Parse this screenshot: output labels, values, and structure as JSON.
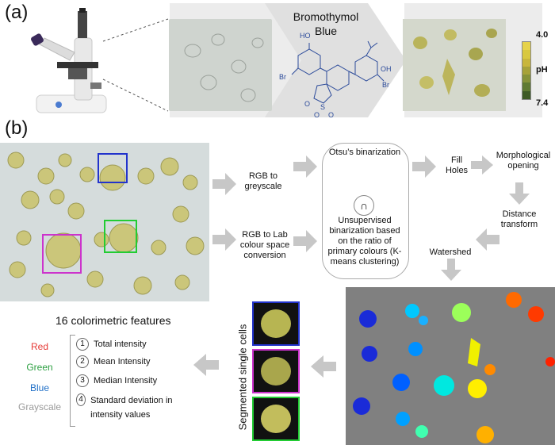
{
  "panel_a": {
    "label": "(a)",
    "dye_title_line1": "Bromothymol",
    "dye_title_line2": "Blue",
    "chem_labels": {
      "ho": "HO",
      "br_left": "Br",
      "oh": "OH",
      "br_right": "Br",
      "s": "S",
      "o1": "O",
      "o2": "O",
      "o3": "O"
    },
    "colorbar": {
      "top": "4.0",
      "bottom": "7.4",
      "unit": "pH",
      "colors": [
        "#e6d24a",
        "#d8c840",
        "#c8b63c",
        "#a6a23a",
        "#85923a",
        "#5f7a33",
        "#3e5a26"
      ]
    }
  },
  "panel_b": {
    "label": "(b)",
    "steps": {
      "rgb_grey": "RGB to greyscale",
      "rgb_lab": "RGB to Lab colour space conversion",
      "otsu": "Otsu’s binarization",
      "intersect": "∩",
      "kmeans": "Unsupervised binarization based on the ratio of primary colours (K-means clustering)",
      "fill": "Fill Holes",
      "morph": "Morphological opening",
      "distance": "Distance transform",
      "watershed": "Watershed"
    },
    "segmented_label": "Segmented single cells",
    "features": {
      "title": "16 colorimetric features",
      "channels": [
        {
          "name": "Red",
          "color": "#e53935"
        },
        {
          "name": "Green",
          "color": "#2ea043"
        },
        {
          "name": "Blue",
          "color": "#1f6fc7"
        },
        {
          "name": "Grayscale",
          "color": "#9a9a9a"
        }
      ],
      "items": [
        {
          "num": "1",
          "text": "Total intensity"
        },
        {
          "num": "2",
          "text": "Mean Intensity"
        },
        {
          "num": "3",
          "text": "Median Intensity"
        },
        {
          "num": "4",
          "text": "Standard deviation in intensity values"
        }
      ]
    }
  }
}
